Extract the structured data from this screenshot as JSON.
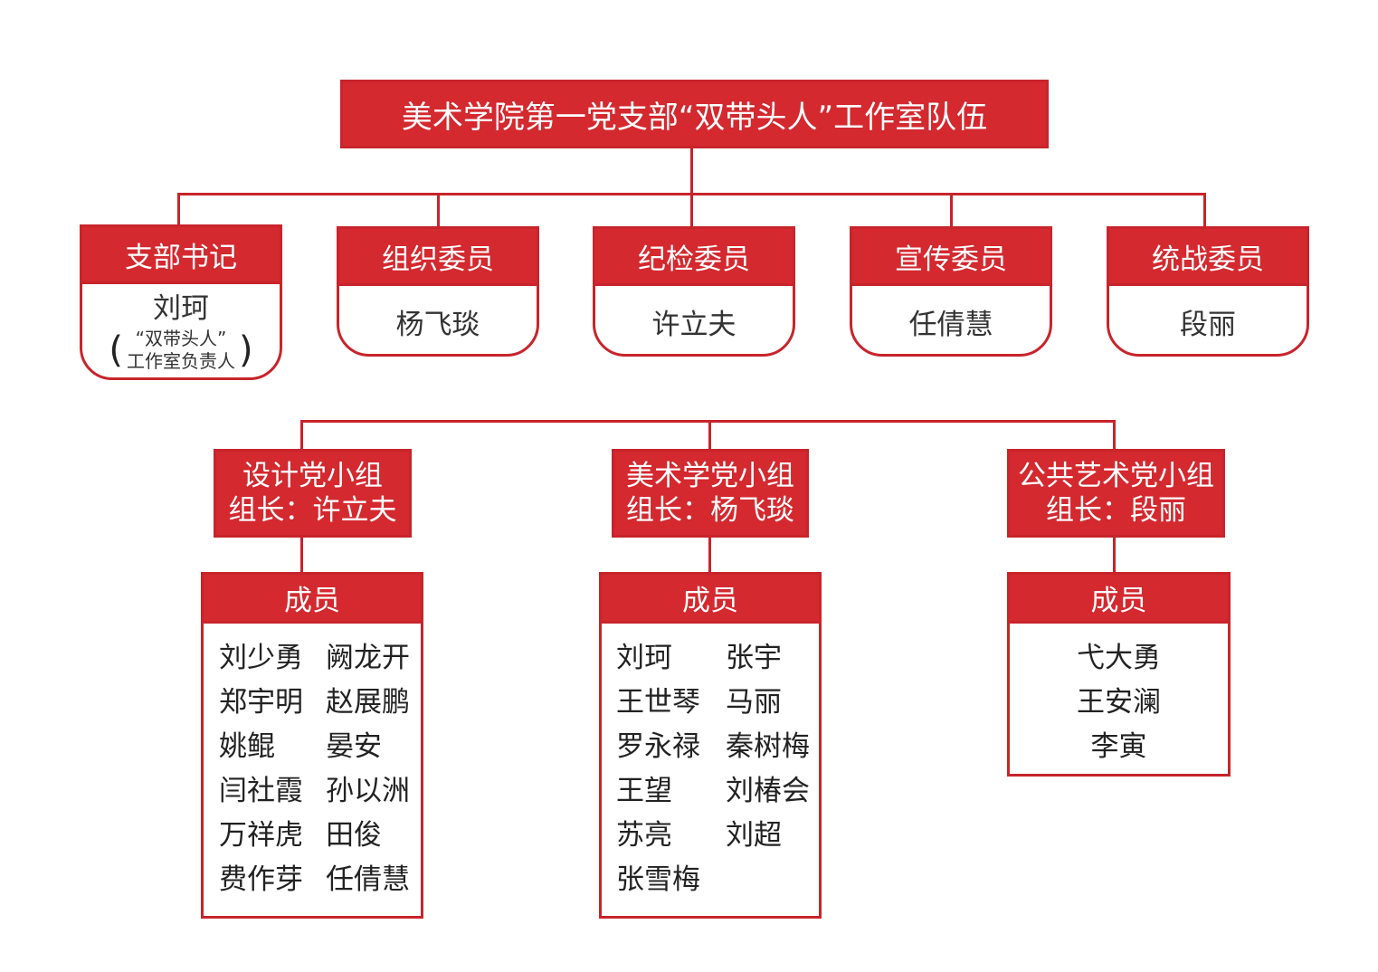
{
  "title": "美术学院第一党支部“双带头人”工作室队伍",
  "roles": [
    {
      "title": "支部书记",
      "name": "刘珂",
      "note": [
        "“双带头人”",
        "工作室负责人"
      ]
    },
    {
      "title": "组织委员",
      "name": "杨飞琰"
    },
    {
      "title": "纪检委员",
      "name": "许立夫"
    },
    {
      "title": "宣传委员",
      "name": "任倩慧"
    },
    {
      "title": "统战委员",
      "name": "段丽"
    }
  ],
  "note_brackets": {
    "open": "(",
    "close": ")"
  },
  "groups": [
    {
      "name": "设计党小组",
      "leader": "组长：许立夫",
      "members_title": "成员",
      "members": [
        "刘少勇",
        "阙龙开",
        "郑宇明",
        "赵展鹏",
        "姚鲲",
        "晏安",
        "闫社霞",
        "孙以洲",
        "万祥虎",
        "田俊",
        "费作芽",
        "任倩慧"
      ]
    },
    {
      "name": "美术学党小组",
      "leader": "组长：杨飞琰",
      "members_title": "成员",
      "members": [
        "刘珂",
        "张宇",
        "王世琴",
        "马丽",
        "罗永禄",
        "秦树梅",
        "王望",
        "刘椿会",
        "苏亮",
        "刘超",
        "张雪梅"
      ]
    },
    {
      "name": "公共艺术党小组",
      "leader": "组长：段丽",
      "members_title": "成员",
      "members": [
        "弋大勇",
        "王安澜",
        "李寅"
      ]
    }
  ],
  "colors": {
    "accent": "#d3292f",
    "border": "#c8242b"
  }
}
